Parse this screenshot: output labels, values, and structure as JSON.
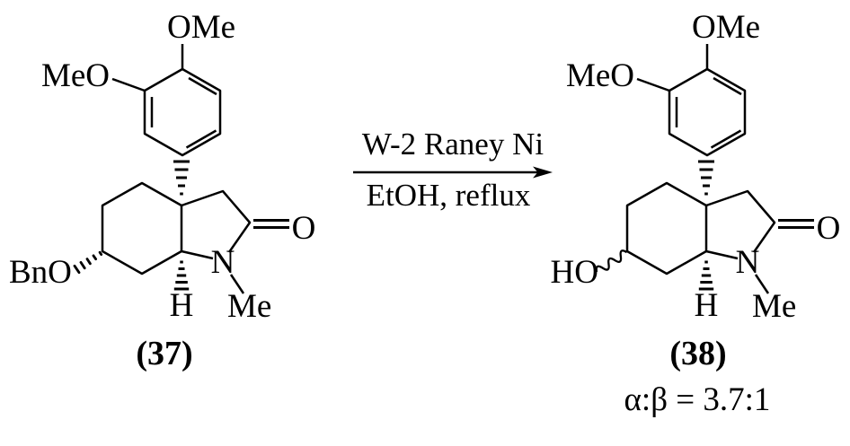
{
  "scheme": {
    "reaction": {
      "reagent_above_arrow": "W-2 Raney Ni",
      "conditions_below_arrow": "EtOH, reflux"
    },
    "structures": [
      {
        "id": "37",
        "caption": "(37)",
        "labels": {
          "para_methoxy": "OMe",
          "meta_methoxy": "MeO",
          "substituent": "BnO",
          "carbonyl_oxygen": "O",
          "nitrogen": "N",
          "n_methyl": "Me",
          "ring_fusion_h": "H"
        }
      },
      {
        "id": "38",
        "caption": "(38)",
        "ratio": "α:β = 3.7:1",
        "labels": {
          "para_methoxy": "OMe",
          "meta_methoxy": "MeO",
          "substituent": "HO",
          "carbonyl_oxygen": "O",
          "nitrogen": "N",
          "n_methyl": "Me",
          "ring_fusion_h": "H"
        }
      }
    ],
    "colors": {
      "ink": "#000000",
      "background": "#ffffff"
    }
  }
}
